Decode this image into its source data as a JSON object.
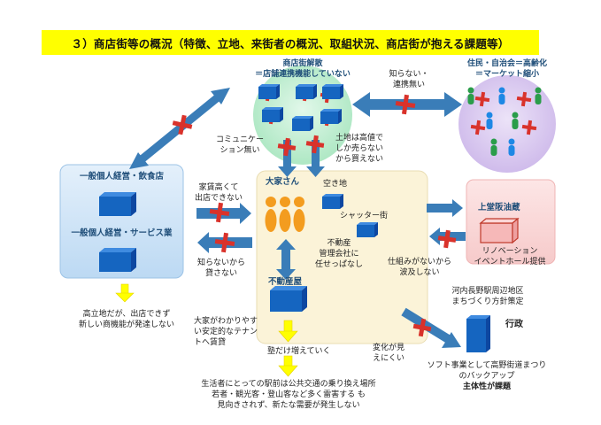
{
  "title": "３）商店街等の概況（特徴、立地、来街者の概況、取組状況、商店街が抱える課題等）",
  "nodes": {
    "shotengai_kaitai": [
      "商店街解散",
      "＝店舗連携機能していない"
    ],
    "jumin": [
      "住民・自治会＝高齢化",
      "＝マーケット縮小"
    ],
    "left_box": {
      "heading1": "一般個人経営・飲食店",
      "heading2": "一般個人経営・サービス業"
    },
    "center_box": {
      "oya": "大家さん",
      "fudosanya": "不動産屋",
      "akichi": "空き地",
      "shutter": "シャッター街",
      "kanri": [
        "不動産",
        "管理会社に",
        "任せっぱなし"
      ]
    },
    "jodo": {
      "name": "上堂阪油蔵",
      "desc": [
        "リノベーション",
        "イベントホール提供"
      ]
    },
    "gyosei": {
      "label": "行政",
      "plan": [
        "河内長野駅周辺地区",
        "まちづくり方針策定"
      ]
    }
  },
  "labels": {
    "shiranai_renkei": [
      "知らない・",
      "連携無い"
    ],
    "communication": [
      "コミュニケー",
      "ション無い"
    ],
    "tochi": [
      "土地は高値で",
      "しか売らない",
      "から買えない"
    ],
    "yachin": [
      "家賃高くて",
      "出店できない"
    ],
    "shiranai_kasanai": [
      "知らないから",
      "貸さない"
    ],
    "shikumi": [
      "仕組みがないから",
      "波及しない"
    ],
    "tenant": [
      "大家がわかりやす",
      "い安定的なテナン",
      "トへ賃貸"
    ],
    "juku": "塾だけ増えていく",
    "henka": [
      "変化が見",
      "えにくい"
    ]
  },
  "bottom": {
    "left": [
      "高立地だが、出店できず",
      "新しい商機能が発達しない"
    ],
    "center": [
      "生活者にとっての駅前は公共交通の乗り換え場所",
      "若者・観光客・登山客など多く雷害する も",
      "見向きされず、新たな需要が発生しない"
    ],
    "right": [
      "ソフト事業として高野街道まつり",
      "のバックアップ"
    ],
    "right_bold": "主体性が課題"
  },
  "colors": {
    "title_bg": "#ffff00",
    "cube": "#1565c0",
    "arrow": "#3a7db8",
    "cross": "#d9322b",
    "people": "#f39c1f",
    "left_box": "#cfe4f7",
    "center_box": "#fbf3d8",
    "right_box": "#fbd8d8",
    "circle_top": "#bfeed0",
    "circle_right": "#d9c9ef",
    "down_arrow": "#ffff00"
  }
}
